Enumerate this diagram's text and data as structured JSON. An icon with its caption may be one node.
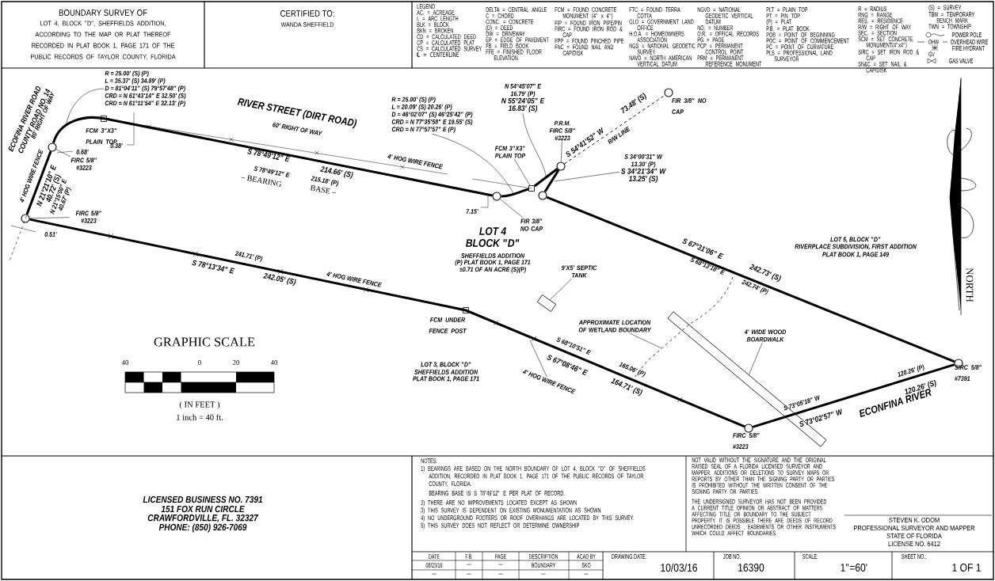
{
  "diagram": {
    "nodes": [
      {
        "text": [],
        "shape": "circle"
      },
      {
        "text": [],
        "shape": "circle"
      },
      {
        "text": [],
        "shape": "circle"
      },
      {
        "text": [],
        "shape": "box"
      },
      {
        "text": [],
        "shape": "circle"
      },
      {
        "text": [],
        "shape": "circle"
      },
      {
        "text": [],
        "shape": "circle",
        "beside": [
          "FIR 3/8\" NO CAP"
        ]
      },
      {
        "text": [],
        "shape": "circle",
        "beside": [
          "SIRC 5/8\" #7391"
        ]
      },
      {
        "text": [],
        "shape": "circle",
        "beside": [
          "FIRC 5/8\" #3223"
        ]
      },
      {
        "text": [],
        "shape": "box"
      },
      {
        "text": [],
        "shape": "box"
      },
      {
        "text": [
          "R = 25.00' (S) (P)",
          "L = 35.37' (S) 34.89' (P)",
          "D = 81°04'11\" (S) 79°57'48\" (P)",
          "CRD = N 61°43'14\" E 32.50' (S)",
          "CRD = N 61°11'54\" E 32.13' (P)"
        ]
      },
      {
        "text": [
          "FIRC 5/8\" #3223"
        ]
      },
      {
        "text": [
          "FIRC 5/8\" #3223"
        ]
      },
      {
        "text": [
          "R = 25.00' (S) (P)",
          "L = 20.09' (S) 20.26' (P)",
          "D = 46°02'07\" (S) 46°25'42\" (P)",
          "CRD = N 77°35'58\" E 19.55' (S)",
          "CRD = N 77°57'57\" E (P)"
        ]
      },
      {
        "text": [
          "N 54°45'07\" E",
          "16.79' (P)",
          "N 55°24'05\" E",
          "16.83' (S)"
        ]
      },
      {
        "text": [
          "P.R.M.",
          "FIRC 5/8\" #3223"
        ]
      },
      {
        "text": [
          "FCM 3\"X3\" PLAIN TOP"
        ]
      },
      {
        "text": [
          "FIR 3/8\" NO CAP"
        ]
      },
      {
        "text": [
          "S 34°00'31\" W",
          "13.30' (P)",
          "S 34°21'34\" W",
          "13.25' (S)"
        ]
      },
      {
        "text": [
          "9'X5' SEPTIC TANK"
        ]
      },
      {
        "text": [
          "APPROXIMATE LOCATION OF WETLAND BOUNDARY"
        ]
      },
      {
        "text": [
          "4' WIDE WOOD BOARDWALK"
        ]
      },
      {
        "text": [
          "4' HOG WIRE FENCE"
        ]
      }
    ],
    "edges": [
      {
        "from": 0,
        "to": 1,
        "arrow": "none",
        "style": "thick"
      },
      {
        "from": 1,
        "to": 2,
        "arrow": "none",
        "style": "thick"
      },
      {
        "from": 2,
        "to": 3,
        "arrow": "none",
        "style": "thick"
      },
      {
        "from": 4,
        "to": 5,
        "arrow": "none",
        "style": "thick"
      },
      {
        "from": 5,
        "to": 7,
        "arrow": "none",
        "style": "thick"
      },
      {
        "from": 7,
        "to": 8,
        "arrow": "none",
        "style": "thick"
      },
      {
        "from": 0,
        "to": 8,
        "arrow": "none",
        "style": "thick"
      },
      {
        "from": 4,
        "to": 6,
        "arrow": "none",
        "style": "dashed"
      },
      {
        "from": 11,
        "to": null,
        "arrow": "none"
      },
      {
        "from": 12,
        "to": 1,
        "arrow": "none"
      },
      {
        "from": 13,
        "to": 0,
        "arrow": "none"
      },
      {
        "from": 14,
        "to": null,
        "arrow": "none"
      },
      {
        "from": 15,
        "to": null,
        "arrow": "none"
      },
      {
        "from": 16,
        "to": 4,
        "arrow": "none"
      },
      {
        "from": 17,
        "to": 3,
        "arrow": "none"
      },
      {
        "from": 18,
        "to": 2,
        "arrow": "none"
      },
      {
        "from": 19,
        "to": null,
        "arrow": "none"
      },
      {
        "from": 20,
        "to": 9,
        "arrow": "none"
      },
      {
        "from": 21,
        "to": null,
        "arrow": "none"
      },
      {
        "from": 22,
        "to": 10,
        "arrow": "none"
      },
      {
        "from": 23,
        "to": null,
        "arrow": "none"
      },
      {
        "from": 3,
        "to": 4,
        "arrow": "none",
        "style": "thick"
      }
    ],
    "labels": [
      "BOUNDARY SURVEY OF",
      "LOT 4, BLOCK \"D\", SHEFFIELDS ADDITION, ACCORDING TO THE MAP OR PLAT THEREOF RECORDED IN PLAT BOOK 1, PAGE 171 OF THE PUBLIC RECORDS OF TAYLOR COUNTY, FLORIDA",
      "CERTIFIED TO:",
      "WANDA SHEFFIELD",
      "LEGEND",
      "AC. = ACREAGE",
      "L = ARC LENGTH",
      "BLK = BLOCK",
      "BKN = BROKEN",
      "CD = CALCULATED DEED",
      "CP = CALCULATED PLAT",
      "CS = CALCULATED SURVEY",
      "℄ = CENTERLINE",
      "DELTA = CENTRAL ANGLE",
      "C = CHORD",
      "CONC. = CONCRETE",
      "(D) = DEED",
      "DW = DRIVEWAY",
      "EP = EDGE OF PAVEMENT",
      "FB = FIELD BOOK",
      "FFE = FINISHED FLOOR ELEVATION",
      "FCM = FOUND CONCRETE MONUMENT (4\" x 4\")",
      "FIP = FOUND IRON PIPE/PIN",
      "FIRC = FOUND IRON ROD & CAP",
      "FPP = FOUND PINCHED PIPE",
      "FNC = FOUND NAIL AND CAP/DISK",
      "FTC = FOUND TERRA COTTA",
      "GLO = GOVERNMENT LAND OFFICE",
      "H.O.A. = HOMEOWNERS ASSOCIATION",
      "NGS = NATIONAL GEODETIC SURVEY",
      "NAVD = NORTH AMERICAN VERTICAL DATUM",
      "NGVD = NATIONAL GEODETIC VERTICAL DATUM",
      "NO. = NUMBER",
      "O.R. = OFFICAL RECORDS",
      "PG = PAGE",
      "PCP = PERMANENT CONTROL POINT",
      "PRM = PERMANENT REFERENCE MONUMENT",
      "PLT = PLAIN TOP",
      "PT = PIN TOP",
      "(P) = PLAT",
      "P.B. = PLAT BOOK",
      "POB = POINT OF BEGINNING",
      "POC = POINT OF COMMENCEMENT",
      "PC = POINT OF CURVATURE",
      "PLS = PROFESSIONAL LAND SURVEYOR",
      "R = RADIUS",
      "RNG = RANGE",
      "RES. = RESIDENCE",
      "R/W = RIGHT OF WAY",
      "SEC. = SECTION",
      "SCM = SET CONCRETE MONUMENT(4\"x4\")",
      "SIRC = SET IRON ROD & CAP",
      "SN&C = SET NAIL & CAP/DISK",
      "(S) = SURVEY",
      "TBM = TEMPORARY BENCH MARK",
      "TWN = TOWNSHIP",
      "OHW",
      "GV",
      "ECOFINA RIVER ROAD",
      "COUNTY ROAD NO. 14",
      "80' RIGHT OF WAY",
      "RIVER STREET (DIRT ROAD)",
      "FCM 3\"X3\" PLAIN TOP",
      "60' RIGHT OF WAY",
      "0.38'",
      "0.68'",
      "0.51'",
      "4' HOG WIRE FENCE",
      "N 21°21'10\" E",
      "40.72' (S)",
      "N 21°15'00\" E",
      "40.67' (P)",
      "S 78°49'12\" E",
      "S 78°49'12\" E",
      "214.66' (S)",
      "– BEARING",
      "215.18' (P)",
      "BASE –",
      "4' HOG WIRE FENCE",
      "7.15'",
      "S 54°41'52\" W",
      "R/W LINE",
      "73.48' (S)",
      "LOT 4",
      "BLOCK \"D\"",
      "SHEFFIELDS ADDITION",
      "(P) PLAT BOOK 1, PAGE 171",
      "±0.71 OF AN ACRE (S)(P)",
      "S 67°31'06\" E",
      "S 68°13'18\" E",
      "242.73' (S)",
      "242.74' (P)",
      "LOT 5, BLOCK \"D\"",
      "RIVERPLACE SUBDIVISION, FIRST ADDITION",
      "PLAT BOOK 1, PAGE 149",
      "NORTH",
      "S 78°13'34\" E",
      "241.71' (P)",
      "242.05' (S)",
      "4' HOG WIRE FENCE",
      "FCM UNDER FENCE POST",
      "LOT 3, BLOCK \"D\"",
      "SHEFFIELDS ADDITION",
      "PLAT BOOK 1, PAGE 171",
      "S 68°10'51\" E",
      "165.06' (P)",
      "S 67°08'46\" E",
      "164.71' (S)",
      "S 73°05'18\" W",
      "120.26' (P)",
      "S 73°02'57\" W",
      "120.26' (S)",
      "ECONFINA RIVER",
      "GRAPHIC SCALE",
      "40",
      "0",
      "20",
      "40",
      "( IN FEET )",
      "1 inch = 40 ft.",
      "LICENSED BUSINESS NO. 7391",
      "151 FOX RUN CIRCLE",
      "CRAWFORDVILLE, FL. 32327",
      "PHONE: (850) 926-7069",
      "NOTES:",
      "1) BEARINGS ARE BASED ON THE NORTH BOUNDARY OF LOT 4, BLOCK \"D\" OF SHEFFIELDS ADDITION, RECORDED IN PLAT BOOK 1, PAGE 171 OF THE PUBLIC RECORDS OF TAYLOR COUNTY, FLORIDA.",
      "BEARING BASE IS S 78°49'12\" E PER PLAT OF RECORD.",
      "2) THERE ARE NO IMPROVEMENTS LOCATED EXCEPT AS SHOWN",
      "3) THIS SURVEY IS DEPENDENT ON EXISTING MONUMENTATION AS SHOWN",
      "4) NO UNDERGROUND FOOTERS OR ROOF OVERHANGS ARE LOCATED BY THIS SURVEY.",
      "5) THIS SURVEY DOES NOT REFLECT OR DETERMINE OWNERSHIP",
      "NOT VALID WITHOUT THE SIGNATURE AND THE ORIGINAL RAISED SEAL OF A FLORIDA LICENSED SURVEYOR AND MAPPER. ADDITIONS OR DELETIONS TO SURVEY MAPS OR REPORTS BY OTHER THAN THE SIGNING PARTY OR PARTIES IS PROHIBITED WITHOUT THE WRITTEN CONSENT OF THE SIGNING PARTY OR PARTIES.",
      "THE UNDERSIGNED SURVEYOR HAS NOT BEEN PROVIDED A CURRENT TITLE OPINION OR ABSTRACT OF MATTERS AFFECTING TITLE OR BOUNDARY TO THE SUBJECT PROPERTY. IT IS POSSIBLE THERE ARE DEEDS OF RECORD UNRECORDED DEEDS , EASEMENTS OR OTHER INSTRUMENTS WHICH COULD AFFECT BOUNDARIES.",
      "STEVEN K. ODOM",
      "PROFESSIONAL SURVEYOR AND MAPPER",
      "STATE OF FLORIDA",
      "LICENSE NO. 6412",
      "DATE",
      "F.B.",
      "PAGE",
      "DESCRIPTION",
      "ACAD BY",
      "08/23/16",
      "---",
      "---",
      "BOUNDARY",
      "SKO",
      "---",
      "---",
      "---",
      "---",
      "---",
      "DRAWING DATE:",
      "10/03/16",
      "JOB NO.",
      "16390",
      "SCALE:",
      "1\"=60'",
      "SHEET NO.:",
      "1 OF 1"
    ],
    "legend": [
      {
        "text": "POWER POLE"
      },
      {
        "text": "OVERHEAD WIRE"
      },
      {
        "text": "FIRE HYDRANT"
      },
      {
        "text": "GAS VALVE"
      }
    ]
  }
}
